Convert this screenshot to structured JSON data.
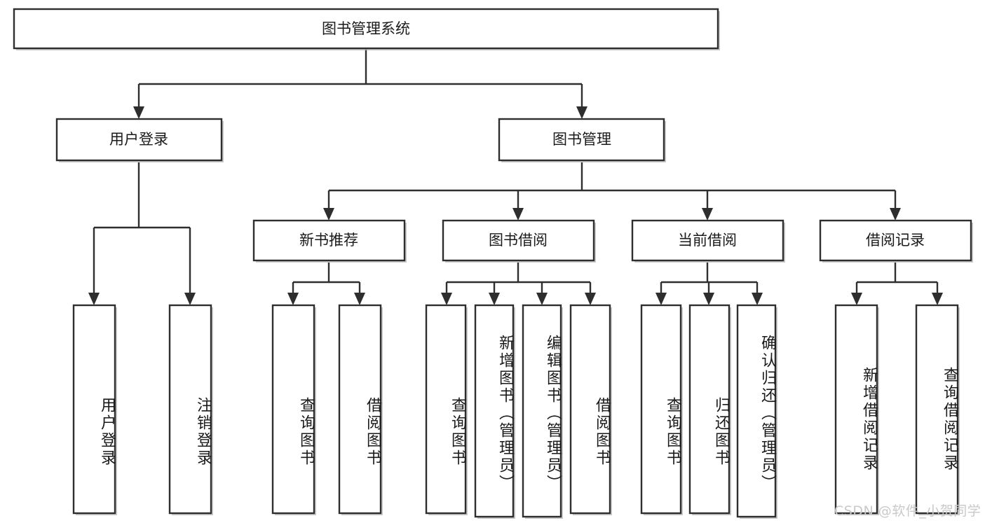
{
  "diagram": {
    "title": "图书管理系统",
    "type": "tree-hierarchy",
    "watermark": "CSDN @软件_小贺同学",
    "colors": {
      "stroke": "#2e2e2e",
      "fill": "#ffffff",
      "text": "#1a1a1a",
      "watermark": "#c9c9c9",
      "background": "#ffffff"
    },
    "root": {
      "label": "图书管理系统"
    },
    "level2": [
      {
        "label": "用户登录"
      },
      {
        "label": "图书管理"
      }
    ],
    "level3": [
      {
        "label": "新书推荐"
      },
      {
        "label": "图书借阅"
      },
      {
        "label": "当前借阅"
      },
      {
        "label": "借阅记录"
      }
    ],
    "leaves": {
      "user_login": [
        {
          "label": "用户登录"
        },
        {
          "label": "注销登录"
        }
      ],
      "new_book": [
        {
          "label": "查询图书"
        },
        {
          "label": "借阅图书"
        }
      ],
      "book_borrow": [
        {
          "label": "查询图书"
        },
        {
          "label": "新增图书（管理员）"
        },
        {
          "label": "编辑图书（管理员）"
        },
        {
          "label": "借阅图书"
        }
      ],
      "current_borrow": [
        {
          "label": "查询图书"
        },
        {
          "label": "归还图书"
        },
        {
          "label": "确认归还（管理员）"
        }
      ],
      "borrow_record": [
        {
          "label": "新增借阅记录"
        },
        {
          "label": "查询借阅记录"
        }
      ]
    }
  }
}
